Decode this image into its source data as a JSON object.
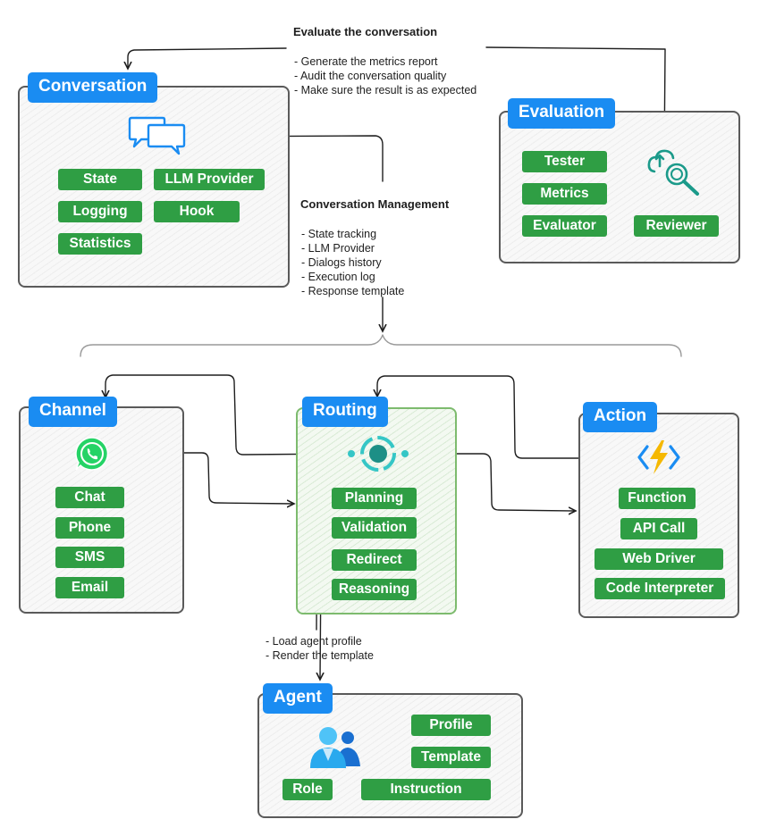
{
  "evaluate_note": {
    "heading": "Evaluate the conversation",
    "items": [
      "- Generate the metrics report",
      "- Audit the conversation quality",
      "- Make sure the result is as expected"
    ]
  },
  "conversation_panel": {
    "title": "Conversation",
    "icon": "chat-bubbles-icon",
    "chips": [
      "State",
      "LLM Provider",
      "Logging",
      "Hook",
      "Statistics"
    ]
  },
  "evaluation_panel": {
    "title": "Evaluation",
    "icon": "magnifier-cloud-icon",
    "chips": [
      "Tester",
      "Metrics",
      "Evaluator",
      "Reviewer"
    ]
  },
  "management_note": {
    "heading": "Conversation Management",
    "items": [
      "- State tracking",
      "- LLM Provider",
      "- Dialogs history",
      "- Execution log",
      "- Response template"
    ]
  },
  "channel_panel": {
    "title": "Channel",
    "icon": "whatsapp-icon",
    "chips": [
      "Chat",
      "Phone",
      "SMS",
      "Email"
    ]
  },
  "routing_panel": {
    "title": "Routing",
    "icon": "router-hub-icon",
    "chips": [
      "Planning",
      "Validation",
      "Redirect",
      "Reasoning"
    ]
  },
  "action_panel": {
    "title": "Action",
    "icon": "lightning-function-icon",
    "chips": [
      "Function",
      "API Call",
      "Web Driver",
      "Code Interpreter"
    ]
  },
  "agent_note": {
    "items": [
      "- Load agent profile",
      "- Render the template"
    ]
  },
  "agent_panel": {
    "title": "Agent",
    "icon": "users-icon",
    "chips": [
      "Profile",
      "Template",
      "Role",
      "Instruction"
    ]
  },
  "colors": {
    "title_blue": "#1a8cf2",
    "chip_green": "#2f9e44",
    "routing_border": "#7dbb6e"
  }
}
